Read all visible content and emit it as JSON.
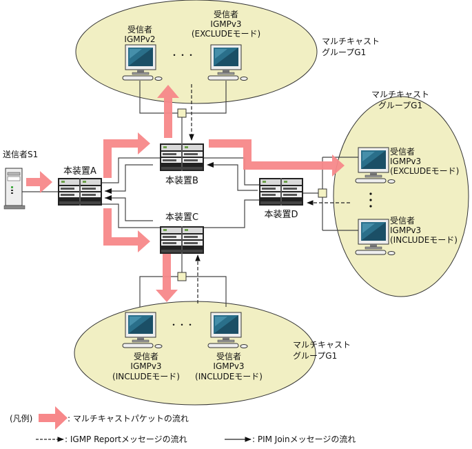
{
  "colors": {
    "ellipse_fill": "#f1efc3",
    "multicast_arrow": "#f7888a",
    "line": "#444444",
    "hub_fill": "#f4f2c3",
    "screen": "#2a6f8a"
  },
  "groups": {
    "top": {
      "label_line1": "マルチキャスト",
      "label_line2": "グループG1",
      "receivers": [
        {
          "l1": "受信者",
          "l2": "IGMPv2",
          "l3": ""
        },
        {
          "l1": "受信者",
          "l2": "IGMPv3",
          "l3": "(EXCLUDEモード)"
        }
      ],
      "ellipsis": "・・・"
    },
    "right": {
      "label_line1": "マルチキャスト",
      "label_line2": "グループG1",
      "receivers": [
        {
          "l1": "受信者",
          "l2": "IGMPv3",
          "l3": "(EXCLUDEモード)"
        },
        {
          "l1": "受信者",
          "l2": "IGMPv3",
          "l3": "(INCLUDEモード)"
        }
      ]
    },
    "bottom": {
      "label_line1": "マルチキャスト",
      "label_line2": "グループG1",
      "receivers": [
        {
          "l1": "受信者",
          "l2": "IGMPv3",
          "l3": "(INCLUDEモード)"
        },
        {
          "l1": "受信者",
          "l2": "IGMPv3",
          "l3": "(INCLUDEモード)"
        }
      ],
      "ellipsis": "・・・"
    }
  },
  "sender": {
    "label": "送信者S1"
  },
  "devices": {
    "a": "本装置A",
    "b": "本装置B",
    "c": "本装置C",
    "d": "本装置D"
  },
  "legend": {
    "prefix": "(凡例)",
    "multicast": ": マルチキャストパケットの流れ",
    "igmp": ": IGMP Reportメッセージの流れ",
    "pim": ": PIM Joinメッセージの流れ"
  }
}
